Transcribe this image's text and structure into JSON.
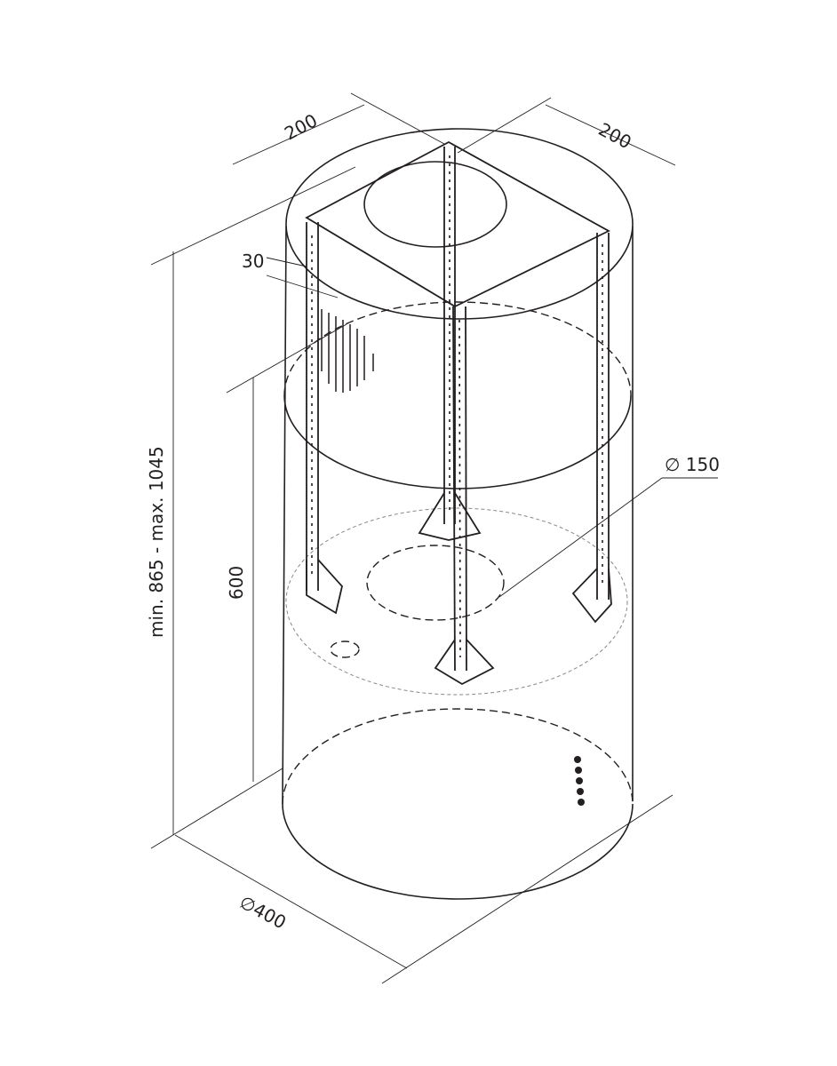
{
  "title": "Cylindrical island cooker hood dimension drawing",
  "dimensions": {
    "top_width_left": "200",
    "top_width_right": "200",
    "frame_offset": "30",
    "height_range": "min. 865 - max. 1045",
    "lower_height": "600",
    "duct_diameter": "∅ 150",
    "body_diameter": "∅400"
  },
  "colors": {
    "line": "#231f20",
    "hidden": "#888888"
  }
}
